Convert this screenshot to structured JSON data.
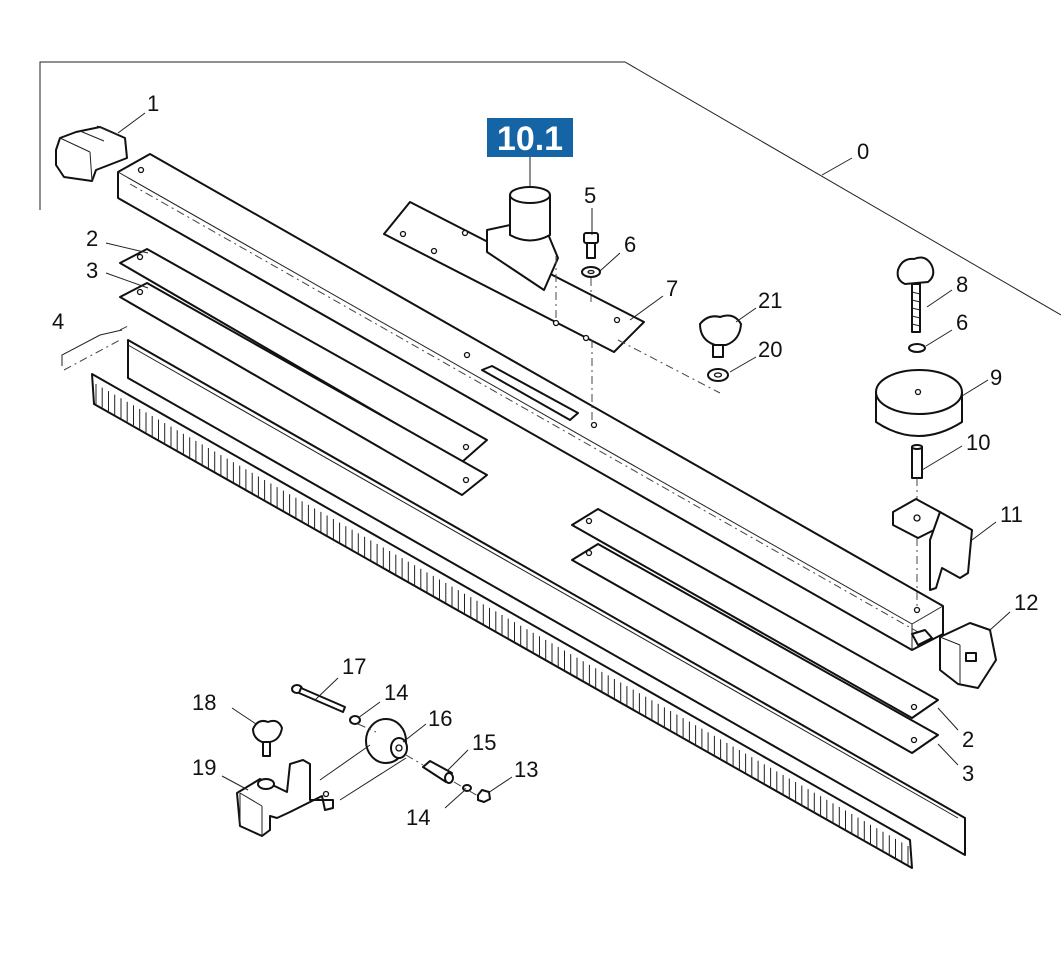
{
  "reference_badge": {
    "text": "10.1",
    "color": "#1565a6"
  },
  "callouts": [
    {
      "id": "c0",
      "text": "0"
    },
    {
      "id": "c1",
      "text": "1"
    },
    {
      "id": "c2a",
      "text": "2"
    },
    {
      "id": "c3a",
      "text": "3"
    },
    {
      "id": "c4",
      "text": "4"
    },
    {
      "id": "c5",
      "text": "5"
    },
    {
      "id": "c6a",
      "text": "6"
    },
    {
      "id": "c7",
      "text": "7"
    },
    {
      "id": "c21",
      "text": "21"
    },
    {
      "id": "c20",
      "text": "20"
    },
    {
      "id": "c8",
      "text": "8"
    },
    {
      "id": "c6b",
      "text": "6"
    },
    {
      "id": "c9",
      "text": "9"
    },
    {
      "id": "c10",
      "text": "10"
    },
    {
      "id": "c11",
      "text": "11"
    },
    {
      "id": "c12",
      "text": "12"
    },
    {
      "id": "c2b",
      "text": "2"
    },
    {
      "id": "c3b",
      "text": "3"
    },
    {
      "id": "c17",
      "text": "17"
    },
    {
      "id": "c14a",
      "text": "14"
    },
    {
      "id": "c18",
      "text": "18"
    },
    {
      "id": "c16",
      "text": "16"
    },
    {
      "id": "c15",
      "text": "15"
    },
    {
      "id": "c19",
      "text": "19"
    },
    {
      "id": "c13",
      "text": "13"
    },
    {
      "id": "c14b",
      "text": "14"
    }
  ]
}
